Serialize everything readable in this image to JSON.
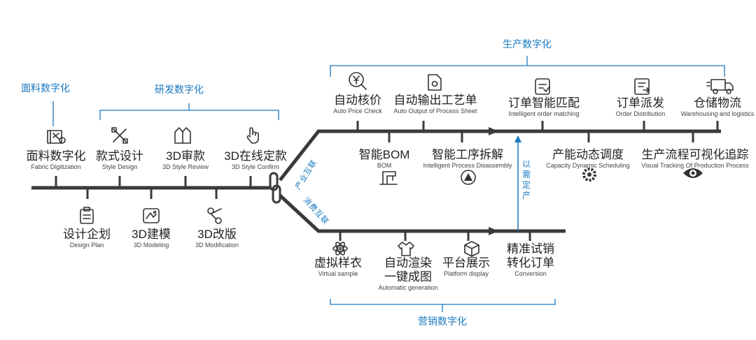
{
  "categories": {
    "fabric": "面料数字化",
    "rnd": "研发数字化",
    "production": "生产数字化",
    "marketing": "营销数字化"
  },
  "connectors": {
    "industry": "产业互联",
    "consumer": "消费互联",
    "on_demand": "以需定产"
  },
  "rnd_top": [
    {
      "zh": "面料数字化",
      "en": "Fabric Digitization",
      "icon": "fabric-roll-icon"
    },
    {
      "zh": "款式设计",
      "en": "Style Design",
      "icon": "pencil-ruler-icon"
    },
    {
      "zh": "3D审款",
      "en": "3D Style Review",
      "icon": "jacket-icon"
    },
    {
      "zh": "3D在线定款",
      "en": "3D Style Confirm",
      "icon": "hand-pointer-icon"
    }
  ],
  "rnd_bottom": [
    {
      "zh": "设计企划",
      "en": "Design Plan",
      "icon": "clipboard-icon"
    },
    {
      "zh": "3D建模",
      "en": "3D Modeling",
      "icon": "modeling-icon"
    },
    {
      "zh": "3D改版",
      "en": "3D Modification",
      "icon": "scissors-icon"
    }
  ],
  "production_top": [
    {
      "zh": "自动核价",
      "en": "Auto Price Check",
      "icon": "yen-search-icon"
    },
    {
      "zh": "自动输出工艺单",
      "en": "Auto Output of Process Sheet",
      "icon": "document-gear-icon"
    },
    {
      "zh": "订单智能匹配",
      "en": "Intelligent order matching",
      "icon": "order-match-icon"
    },
    {
      "zh": "订单派发",
      "en": "Order Distribution",
      "icon": "order-dispatch-icon"
    },
    {
      "zh": "仓储物流",
      "en": "Warehousing and logistics",
      "icon": "delivery-truck-icon"
    }
  ],
  "production_bottom": [
    {
      "zh": "智能BOM",
      "en": "BOM",
      "icon": "sewing-machine-icon"
    },
    {
      "zh": "智能工序拆解",
      "en": "Intelligent Process Disassembly",
      "icon": "warning-circle-icon"
    },
    {
      "zh": "产能动态调度",
      "en": "Capacity Dynamic  Scheduling",
      "icon": "gears-icon"
    },
    {
      "zh": "生产流程可视化追踪",
      "en": "Visual Tracking Of Production Process",
      "icon": "eye-icon"
    }
  ],
  "marketing": [
    {
      "zh": "虚拟样衣",
      "en": "Virtual sample",
      "icon": "atom-icon"
    },
    {
      "zh": "自动渲染",
      "zh2": "一键成图",
      "en": "Automatic generation",
      "icon": "shirt-icon"
    },
    {
      "zh": "平台展示",
      "en": "Platform display",
      "icon": "box-icon"
    },
    {
      "zh": "精准试销",
      "zh2": "转化订单",
      "en": "Conversion",
      "icon": ""
    }
  ]
}
